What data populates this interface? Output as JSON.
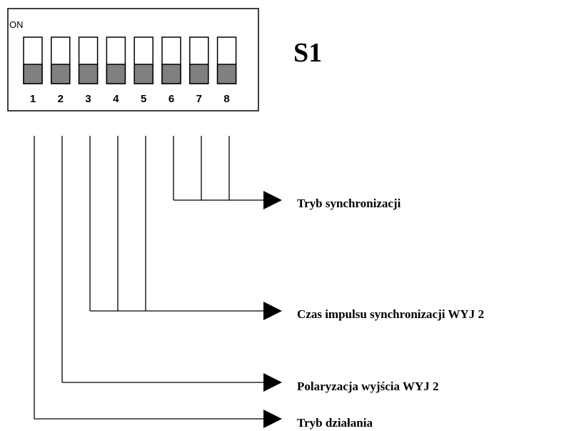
{
  "switch_block": {
    "on_label": "ON",
    "designator": "S1",
    "switch_numbers": [
      "1",
      "2",
      "3",
      "4",
      "5",
      "6",
      "7",
      "8"
    ],
    "switch_fill_color": "#808080"
  },
  "functions": [
    {
      "label": "Tryb synchronizacji",
      "switches": [
        6,
        7,
        8
      ]
    },
    {
      "label": "Czas impulsu synchronizacji WYJ 2",
      "switches": [
        3,
        4,
        5
      ]
    },
    {
      "label": "Polaryzacja wyjścia WYJ 2",
      "switches": [
        2
      ]
    },
    {
      "label": "Tryb działania",
      "switches": [
        1
      ]
    }
  ]
}
